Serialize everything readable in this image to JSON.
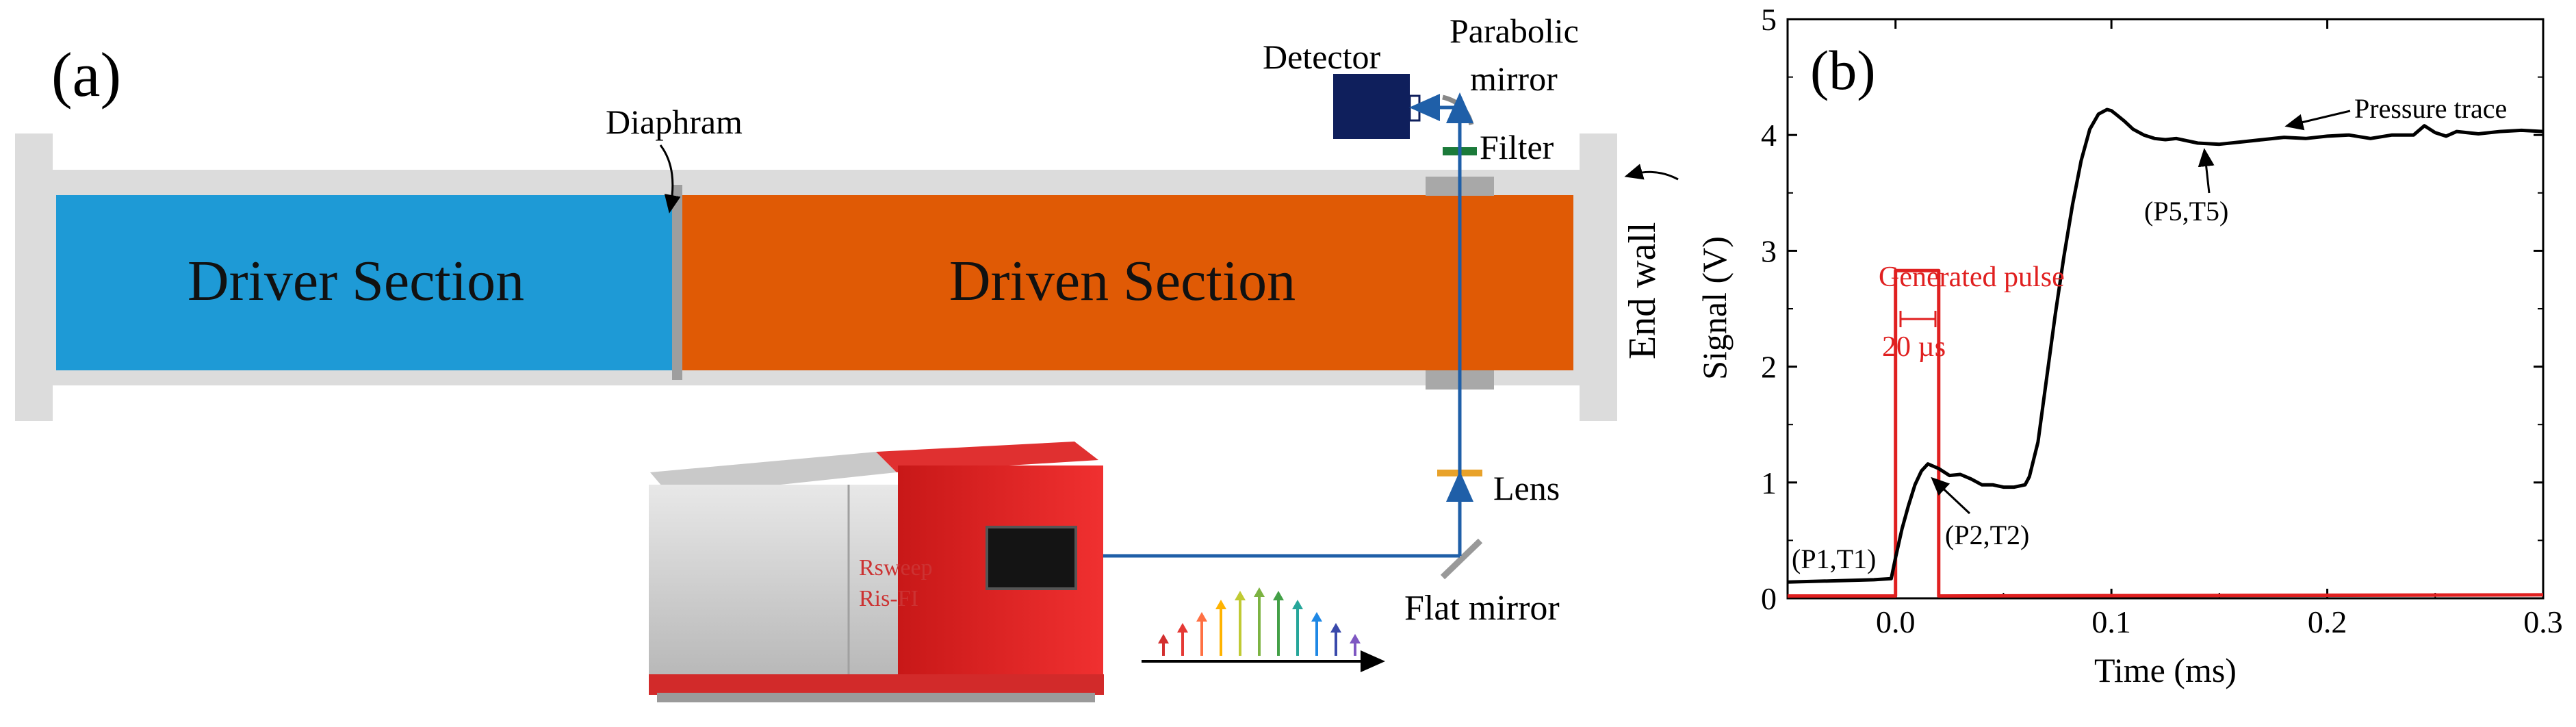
{
  "panel_a": {
    "label": "(a)",
    "labels": {
      "detector": "Detector",
      "parabolic_mirror_line1": "Parabolic",
      "parabolic_mirror_line2": "mirror",
      "diaphram": "Diaphram",
      "filter": "Filter",
      "end_wall": "End wall",
      "driver_section": "Driver Section",
      "driven_section": "Driven Section",
      "lens": "Lens",
      "flat_mirror": "Flat mirror"
    },
    "instrument": {
      "brand_line1": "Rsweep",
      "brand_line2": "Ris-FI"
    },
    "colors": {
      "driver": "#1E9AD6",
      "driven": "#E05A05",
      "tube": "#DCDCDC",
      "beam": "#1F5FA8",
      "detector": "#0F1F5C",
      "instrument_red": "#E52020"
    },
    "spectrum_colors": [
      "#D32F2F",
      "#E53935",
      "#FF7043",
      "#FFB300",
      "#C0CA33",
      "#7CB342",
      "#43A047",
      "#26A69A",
      "#1E88E5",
      "#3949AB",
      "#7E57C2"
    ]
  },
  "chart_data": {
    "type": "line",
    "label": "(b)",
    "xlabel": "Time (ms)",
    "ylabel": "Signal (V)",
    "xlim": [
      -0.05,
      0.3
    ],
    "ylim": [
      0,
      5
    ],
    "xticks": [
      "0.0",
      "0.1",
      "0.2",
      "0.3"
    ],
    "yticks": [
      "0",
      "1",
      "2",
      "3",
      "4",
      "5"
    ],
    "series": [
      {
        "color": "#000000",
        "x": [
          -0.05,
          -0.03,
          -0.01,
          -0.002,
          0.0,
          0.003,
          0.006,
          0.009,
          0.012,
          0.015,
          0.02,
          0.025,
          0.03,
          0.035,
          0.04,
          0.045,
          0.05,
          0.055,
          0.06,
          0.062,
          0.066,
          0.07,
          0.074,
          0.078,
          0.082,
          0.086,
          0.09,
          0.094,
          0.098,
          0.1,
          0.102,
          0.106,
          0.11,
          0.115,
          0.12,
          0.125,
          0.13,
          0.14,
          0.15,
          0.16,
          0.17,
          0.18,
          0.19,
          0.2,
          0.21,
          0.22,
          0.23,
          0.24,
          0.245,
          0.25,
          0.255,
          0.26,
          0.27,
          0.28,
          0.29,
          0.3
        ],
        "y": [
          0.14,
          0.15,
          0.16,
          0.17,
          0.35,
          0.6,
          0.8,
          0.98,
          1.1,
          1.16,
          1.12,
          1.06,
          1.07,
          1.03,
          0.98,
          0.98,
          0.96,
          0.96,
          0.98,
          1.05,
          1.35,
          1.9,
          2.45,
          2.95,
          3.4,
          3.78,
          4.05,
          4.18,
          4.22,
          4.21,
          4.18,
          4.12,
          4.05,
          4.0,
          3.97,
          3.96,
          3.97,
          3.93,
          3.92,
          3.94,
          3.96,
          3.98,
          3.97,
          3.99,
          4.0,
          3.97,
          4.0,
          4.0,
          4.08,
          4.02,
          3.99,
          4.03,
          4.01,
          4.03,
          4.04,
          4.03
        ]
      },
      {
        "name": "Generated pulse",
        "color": "#E02020",
        "x": [
          -0.05,
          0.0,
          0.0,
          0.02,
          0.02,
          0.3
        ],
        "y": [
          0.02,
          0.02,
          2.83,
          2.83,
          0.02,
          0.03
        ]
      }
    ],
    "annotations": {
      "pressure_trace": "Pressure trace",
      "generated_pulse": "Generated pulse",
      "pulse_width": "20 µs",
      "p1t1": "(P1,T1)",
      "p2t2": "(P2,T2)",
      "p5t5": "(P5,T5)"
    }
  }
}
